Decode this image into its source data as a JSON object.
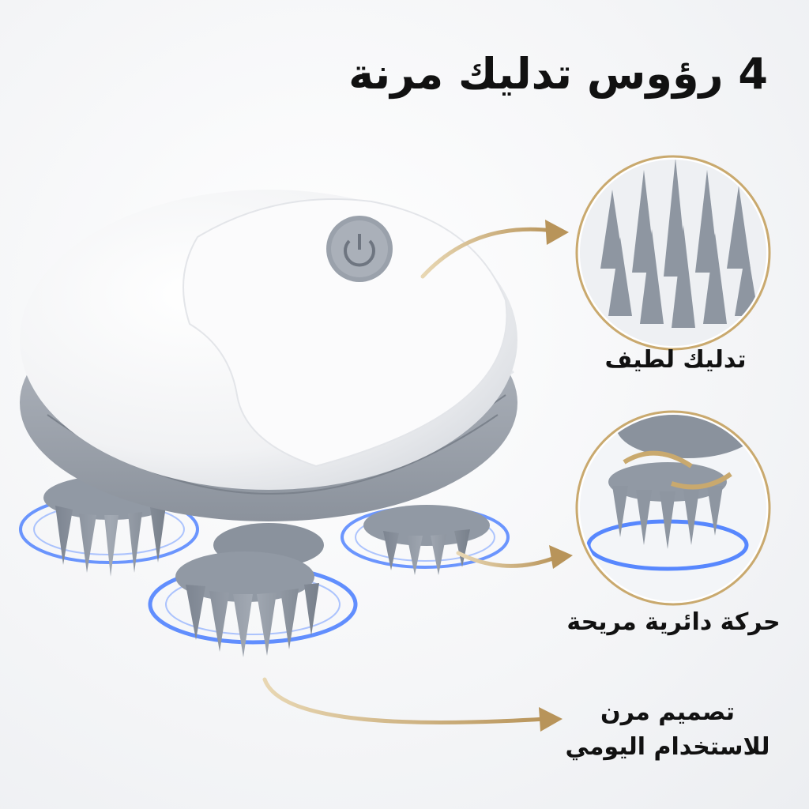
{
  "headline": "4 رؤوس تدليك مرنة",
  "features": [
    {
      "label": "تدليك لطيف",
      "icon": "soft-bristles-closeup"
    },
    {
      "label": "حركة دائرية مريحة",
      "icon": "rotating-head-closeup"
    },
    {
      "label": "تصميم مرن للاستخدام اليومي",
      "icon": "arrow"
    }
  ],
  "colors": {
    "body_white": "#f7f7f8",
    "trim_gray": "#9aa1ab",
    "bristle_gray": "#8e96a1",
    "glow_blue": "#2f6bff",
    "arrow_gold": "#c9a96e",
    "text": "#111111"
  }
}
